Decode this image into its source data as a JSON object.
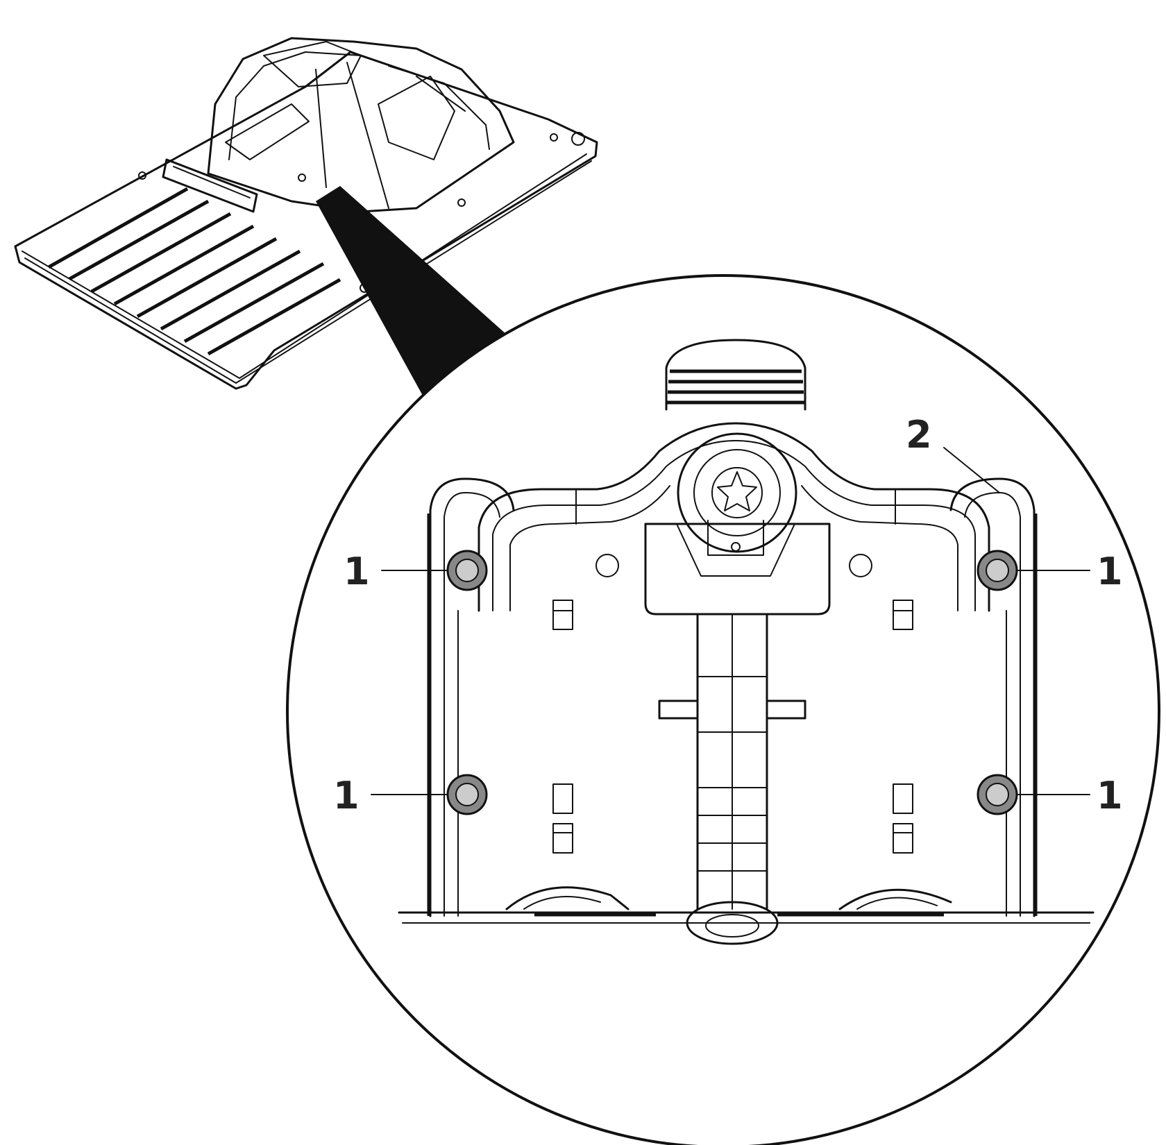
{
  "figure": {
    "description_free": true,
    "colors": {
      "line": "#111111",
      "background": "#ffffff",
      "label": "#222222",
      "screw_fill": "#888888"
    }
  },
  "callouts": {
    "screw_top_left": "1",
    "screw_bottom_left": "1",
    "screw_top_right": "1",
    "screw_bottom_right": "1",
    "rail_top_right": "2"
  }
}
